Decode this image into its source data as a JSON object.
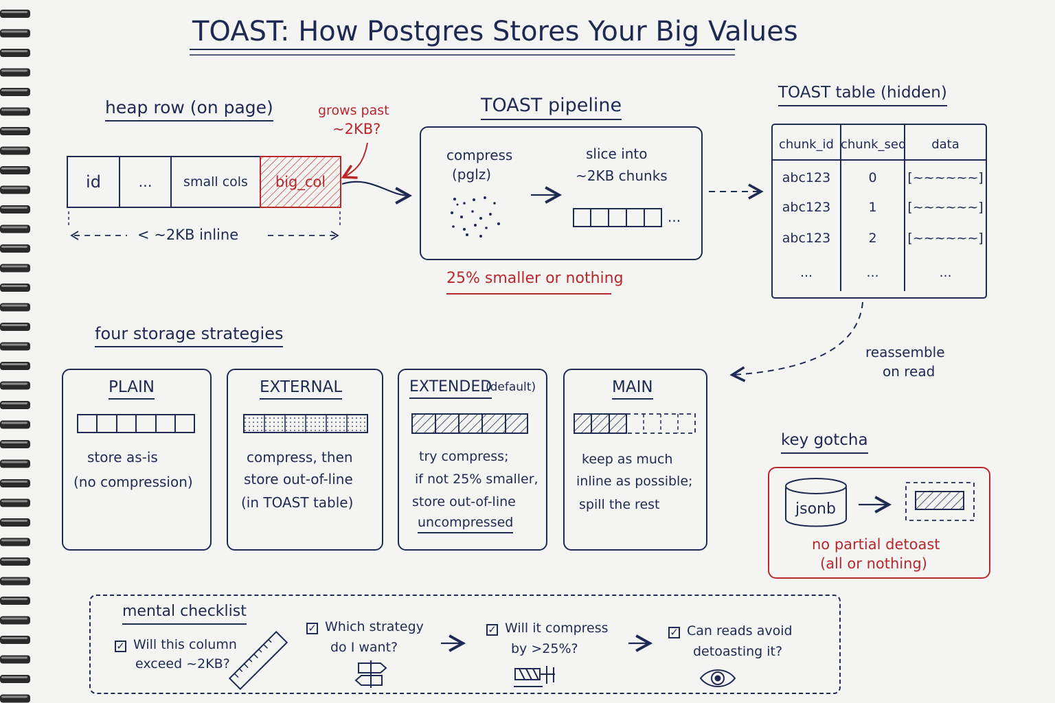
{
  "title": "TOAST: How Postgres Stores Your Big Values",
  "heap": {
    "heading": "heap row (on page)",
    "cells": [
      "id",
      "...",
      "small cols",
      "big_col"
    ],
    "note_line1": "grows past",
    "note_line2": "~2KB?",
    "inline_label": "< ~2KB inline"
  },
  "pipeline": {
    "heading": "TOAST pipeline",
    "compress_line1": "compress",
    "compress_line2": "(pglz)",
    "slice_line1": "slice into",
    "slice_line2": "~2KB chunks",
    "ellipsis": "...",
    "threshold": "25% smaller or nothing"
  },
  "toast_table": {
    "heading": "TOAST table (hidden)",
    "columns": [
      "chunk_id",
      "chunk_seq",
      "data"
    ],
    "rows": [
      [
        "abc123",
        "0",
        "[~~~~~~]"
      ],
      [
        "abc123",
        "1",
        "[~~~~~~]"
      ],
      [
        "abc123",
        "2",
        "[~~~~~~]"
      ],
      [
        "...",
        "...",
        "..."
      ]
    ],
    "reassemble_line1": "reassemble",
    "reassemble_line2": "on read"
  },
  "strategies": {
    "heading": "four storage strategies",
    "items": [
      {
        "name": "PLAIN",
        "suffix": "",
        "lines": [
          "store as-is",
          "(no compression)"
        ]
      },
      {
        "name": "EXTERNAL",
        "suffix": "",
        "lines": [
          "compress, then",
          "store out-of-line",
          "(in TOAST table)"
        ]
      },
      {
        "name": "EXTENDED",
        "suffix": "(default)",
        "lines": [
          "try compress;",
          "if not 25% smaller,",
          "store out-of-line",
          "uncompressed"
        ]
      },
      {
        "name": "MAIN",
        "suffix": "",
        "lines": [
          "keep as much",
          "inline as possible;",
          "spill the rest"
        ]
      }
    ]
  },
  "gotcha": {
    "heading": "key gotcha",
    "db_label": "jsonb",
    "line1": "no partial detoast",
    "line2": "(all or nothing)"
  },
  "checklist": {
    "heading": "mental checklist",
    "items": [
      {
        "line1": "Will this column",
        "line2": "exceed ~2KB?",
        "icon": "ruler-icon"
      },
      {
        "line1": "Which strategy",
        "line2": "do I want?",
        "icon": "signpost-icon"
      },
      {
        "line1": "Will it compress",
        "line2": "by >25%?",
        "icon": "clamp-icon"
      },
      {
        "line1": "Can reads avoid",
        "line2": "detoasting it?",
        "icon": "eye-icon"
      }
    ],
    "check_glyph": "✓"
  },
  "colors": {
    "ink": "#1f2a52",
    "accent": "#b8282b",
    "paper": "#f4f4f2"
  }
}
